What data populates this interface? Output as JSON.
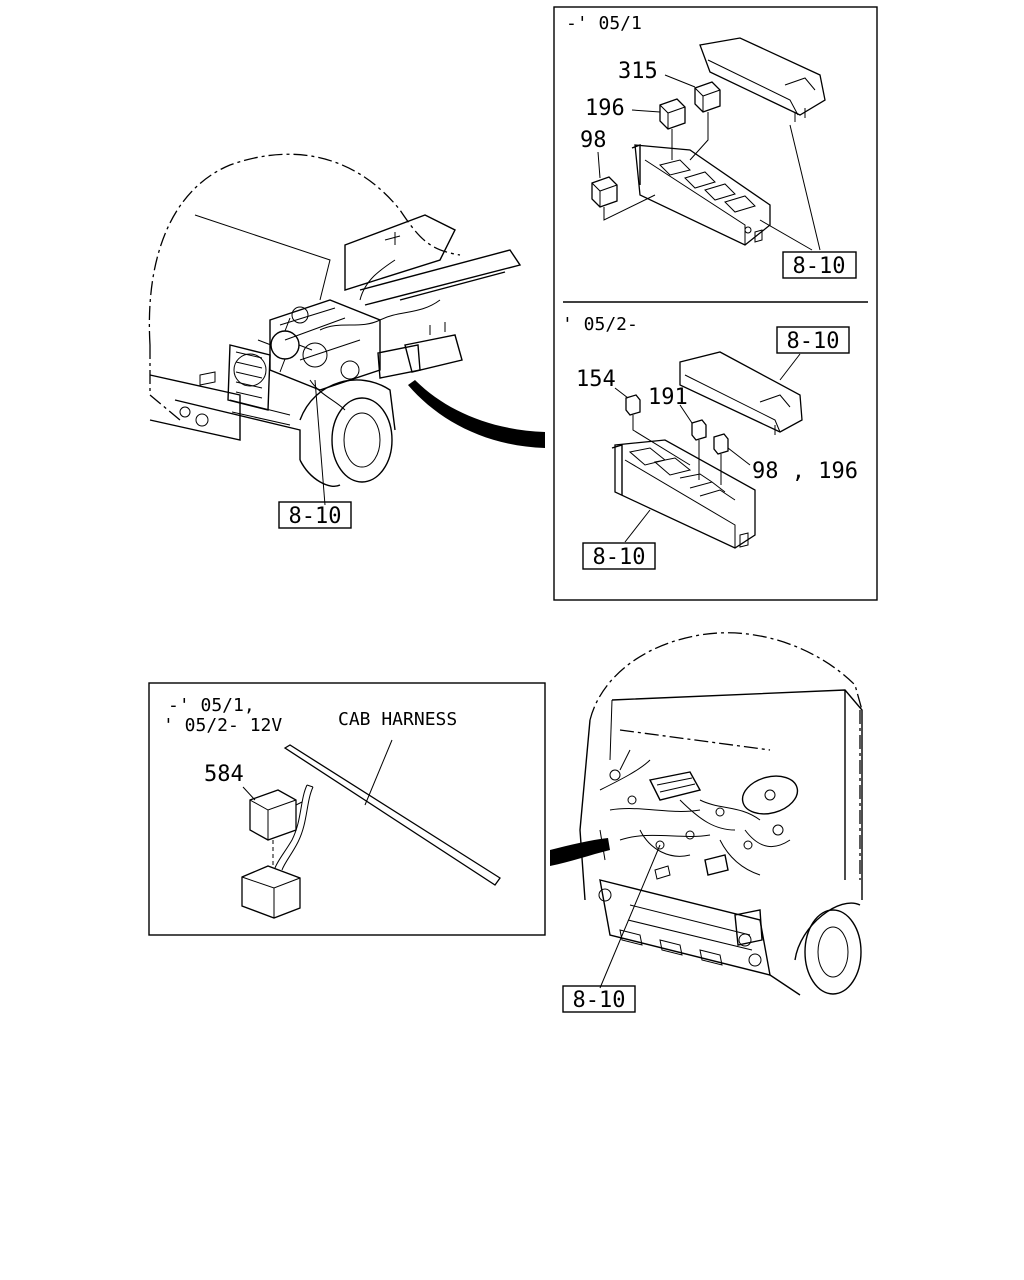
{
  "panels": {
    "top_right": {
      "section_a": {
        "range": "-' 05/1",
        "parts": [
          "315",
          "196",
          "98"
        ],
        "ref": "8-10"
      },
      "section_b": {
        "range": "' 05/2-",
        "parts": [
          "154",
          "191",
          "98 , 196"
        ],
        "ref_cover": "8-10",
        "ref_box": "8-10"
      }
    },
    "bottom_left": {
      "range_line1": "-' 05/1,",
      "range_line2": "' 05/2- 12V",
      "harness_label": "CAB HARNESS",
      "part": "584"
    }
  },
  "refs": {
    "engine_view": "8-10",
    "cab_view": "8-10"
  }
}
